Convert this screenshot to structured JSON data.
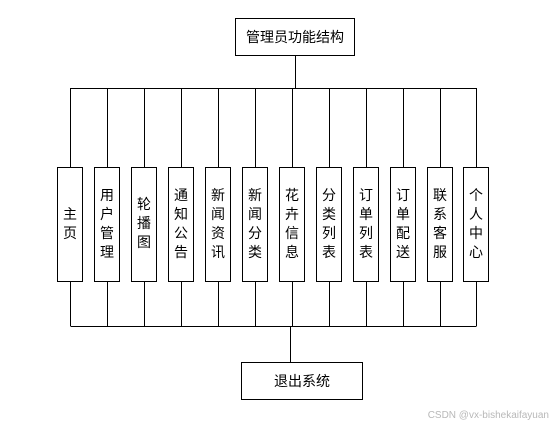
{
  "root": "管理员功能结构",
  "modules": [
    "主页",
    "用户管理",
    "轮播图",
    "通知公告",
    "新闻资讯",
    "新闻分类",
    "花卉信息",
    "分类列表",
    "订单列表",
    "订单配送",
    "联系客服",
    "个人中心"
  ],
  "exit": "退出系统",
  "watermark": "CSDN @vx-bishekaifayuan"
}
